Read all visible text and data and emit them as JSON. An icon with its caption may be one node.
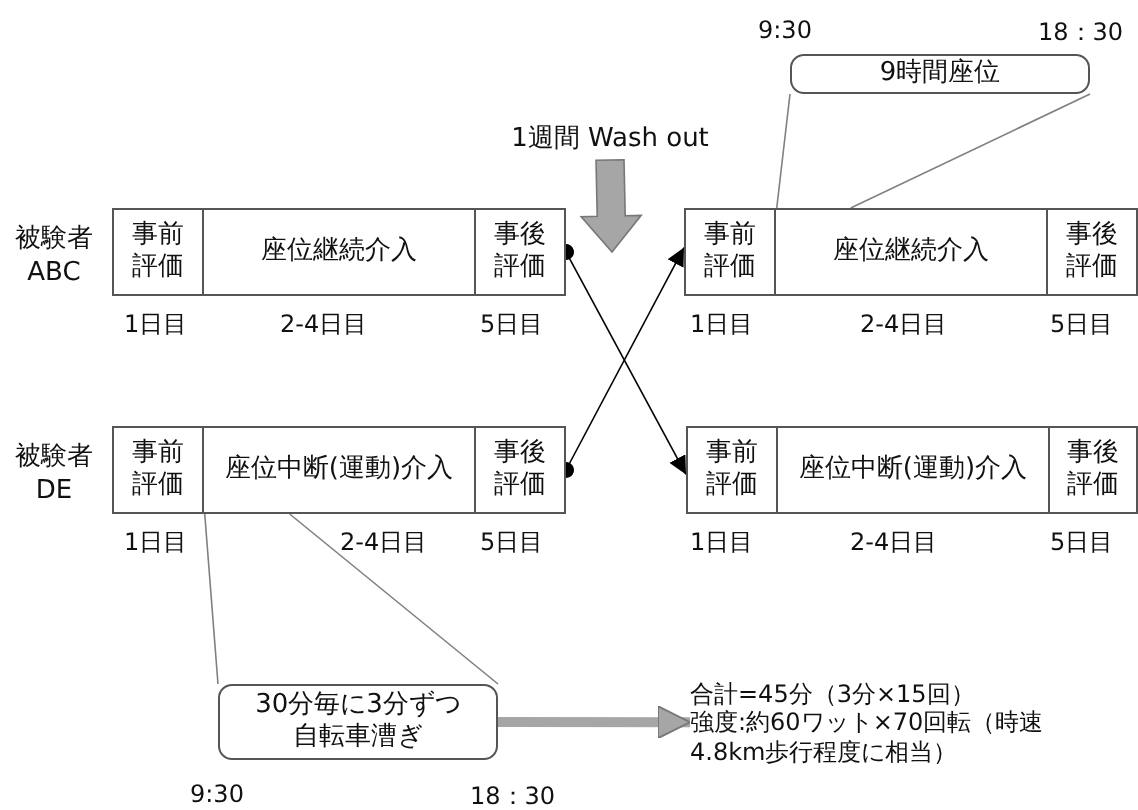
{
  "diagram": {
    "nodes": [
      {
        "text": [
          "事前評価"
        ]
      },
      {
        "text": [
          "座位継続介入"
        ]
      },
      {
        "text": [
          "事後評価"
        ]
      },
      {
        "text": [
          "事前評価"
        ]
      },
      {
        "text": [
          "座位継続介入"
        ]
      },
      {
        "text": [
          "事後評価"
        ]
      },
      {
        "text": [
          "事前評価"
        ]
      },
      {
        "text": [
          "座位中断(運動)介入"
        ]
      },
      {
        "text": [
          "事後評価"
        ]
      },
      {
        "text": [
          "事前評価"
        ]
      },
      {
        "text": [
          "座位中断(運動)介入"
        ]
      },
      {
        "text": [
          "事後評価"
        ]
      },
      {
        "text": [
          "9時間座位"
        ]
      },
      {
        "text": [
          "30分毎に3分ずつ自転車漕ぎ"
        ]
      },
      {
        "text": [
          "合計=45分（3分×15回）",
          "強度:約60ワット×70回転（時速4.8km歩行程度に相当）"
        ]
      },
      {
        "text": [
          "1週間 Wash out"
        ]
      }
    ],
    "edges": [
      {
        "from": 2,
        "to": 9,
        "arrow": "to",
        "color": "#000000"
      },
      {
        "from": 8,
        "to": 3,
        "arrow": "to",
        "color": "#000000"
      },
      {
        "from": 15,
        "to": null,
        "arrow": "to",
        "style": "thick",
        "color": "#a6a6a6"
      },
      {
        "from": 12,
        "to": 4,
        "arrow": "none",
        "color": "#808080"
      },
      {
        "from": 12,
        "to": 4,
        "arrow": "none",
        "color": "#808080"
      },
      {
        "from": 13,
        "to": 7,
        "arrow": "none",
        "color": "#808080"
      },
      {
        "from": 13,
        "to": 7,
        "arrow": "none",
        "color": "#808080"
      },
      {
        "from": 13,
        "to": 14,
        "arrow": "to",
        "style": "thick",
        "color": "#a6a6a6"
      }
    ],
    "labels": [
      "9:30",
      "18：30",
      "被験者 ABC",
      "1日目",
      "2-4日目",
      "5日目",
      "1日目",
      "2-4日目",
      "5日目",
      "被験者 DE",
      "1日目",
      "2-4日目",
      "5日目",
      "1日目",
      "2-4日目",
      "5日目",
      "9:30",
      "18：30"
    ]
  }
}
